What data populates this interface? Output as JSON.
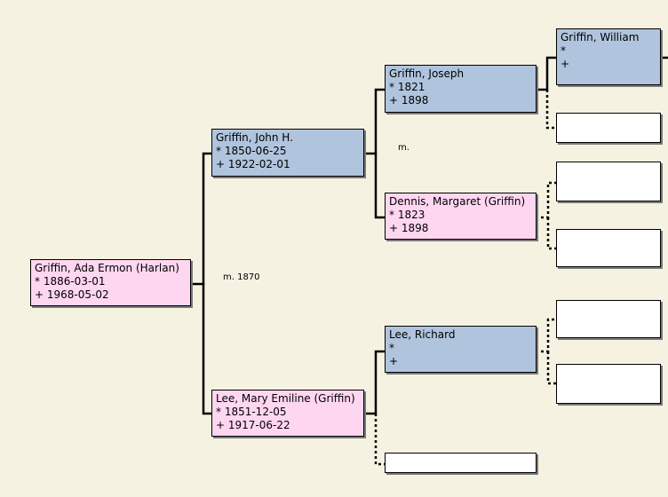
{
  "people": {
    "p0": {
      "name": "Griffin, Ada Ermon (Harlan)",
      "birth": "* 1886-03-01",
      "death": "+ 1968-05-02"
    },
    "p1": {
      "name": "Griffin, John H.",
      "birth": "* 1850-06-25",
      "death": "+ 1922-02-01"
    },
    "p2": {
      "name": "Lee, Mary Emiline (Griffin)",
      "birth": "* 1851-12-05",
      "death": "+ 1917-06-22"
    },
    "p3": {
      "name": "Griffin, Joseph",
      "birth": "* 1821",
      "death": "+ 1898"
    },
    "p4": {
      "name": "Dennis, Margaret (Griffin)",
      "birth": "* 1823",
      "death": "+ 1898"
    },
    "p5": {
      "name": "Lee, Richard",
      "birth": "*",
      "death": "+"
    },
    "p6": {
      "name": "Griffin, William",
      "birth": "*",
      "death": "+"
    }
  },
  "marriages": {
    "m1": "m. 1870",
    "m2": "m."
  },
  "colors": {
    "background": "#f5f2e2",
    "male": "#b0c4de",
    "female": "#ffd6f0",
    "empty": "#ffffff"
  }
}
